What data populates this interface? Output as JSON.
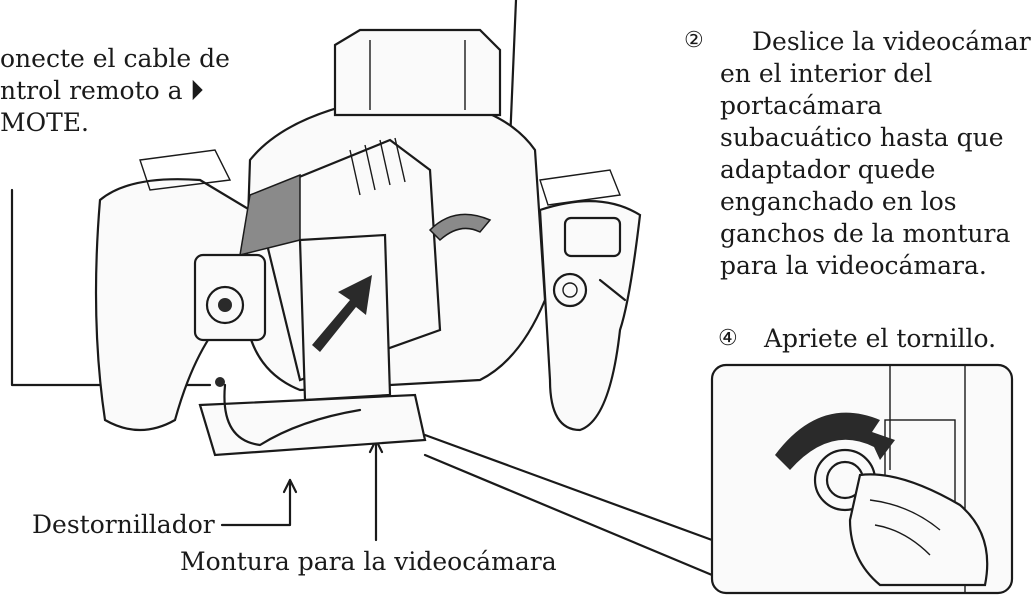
{
  "labels": {
    "connect_line1": "onecte el cable de",
    "connect_line2": "ntrol remoto a",
    "connect_line3": "MOTE.",
    "remote_symbol": "⏵",
    "screwdriver": "Destornillador",
    "mount": "Montura para la videocámara"
  },
  "step2": {
    "number": "②",
    "lines": [
      "Deslice la videocámar",
      "en el interior del",
      "portacámara",
      "subacuático hasta que",
      "adaptador quede",
      "enganchado en los",
      "ganchos de la montura",
      "para la videocámara."
    ]
  },
  "step4": {
    "number": "④",
    "text": "Apriete el tornillo."
  }
}
